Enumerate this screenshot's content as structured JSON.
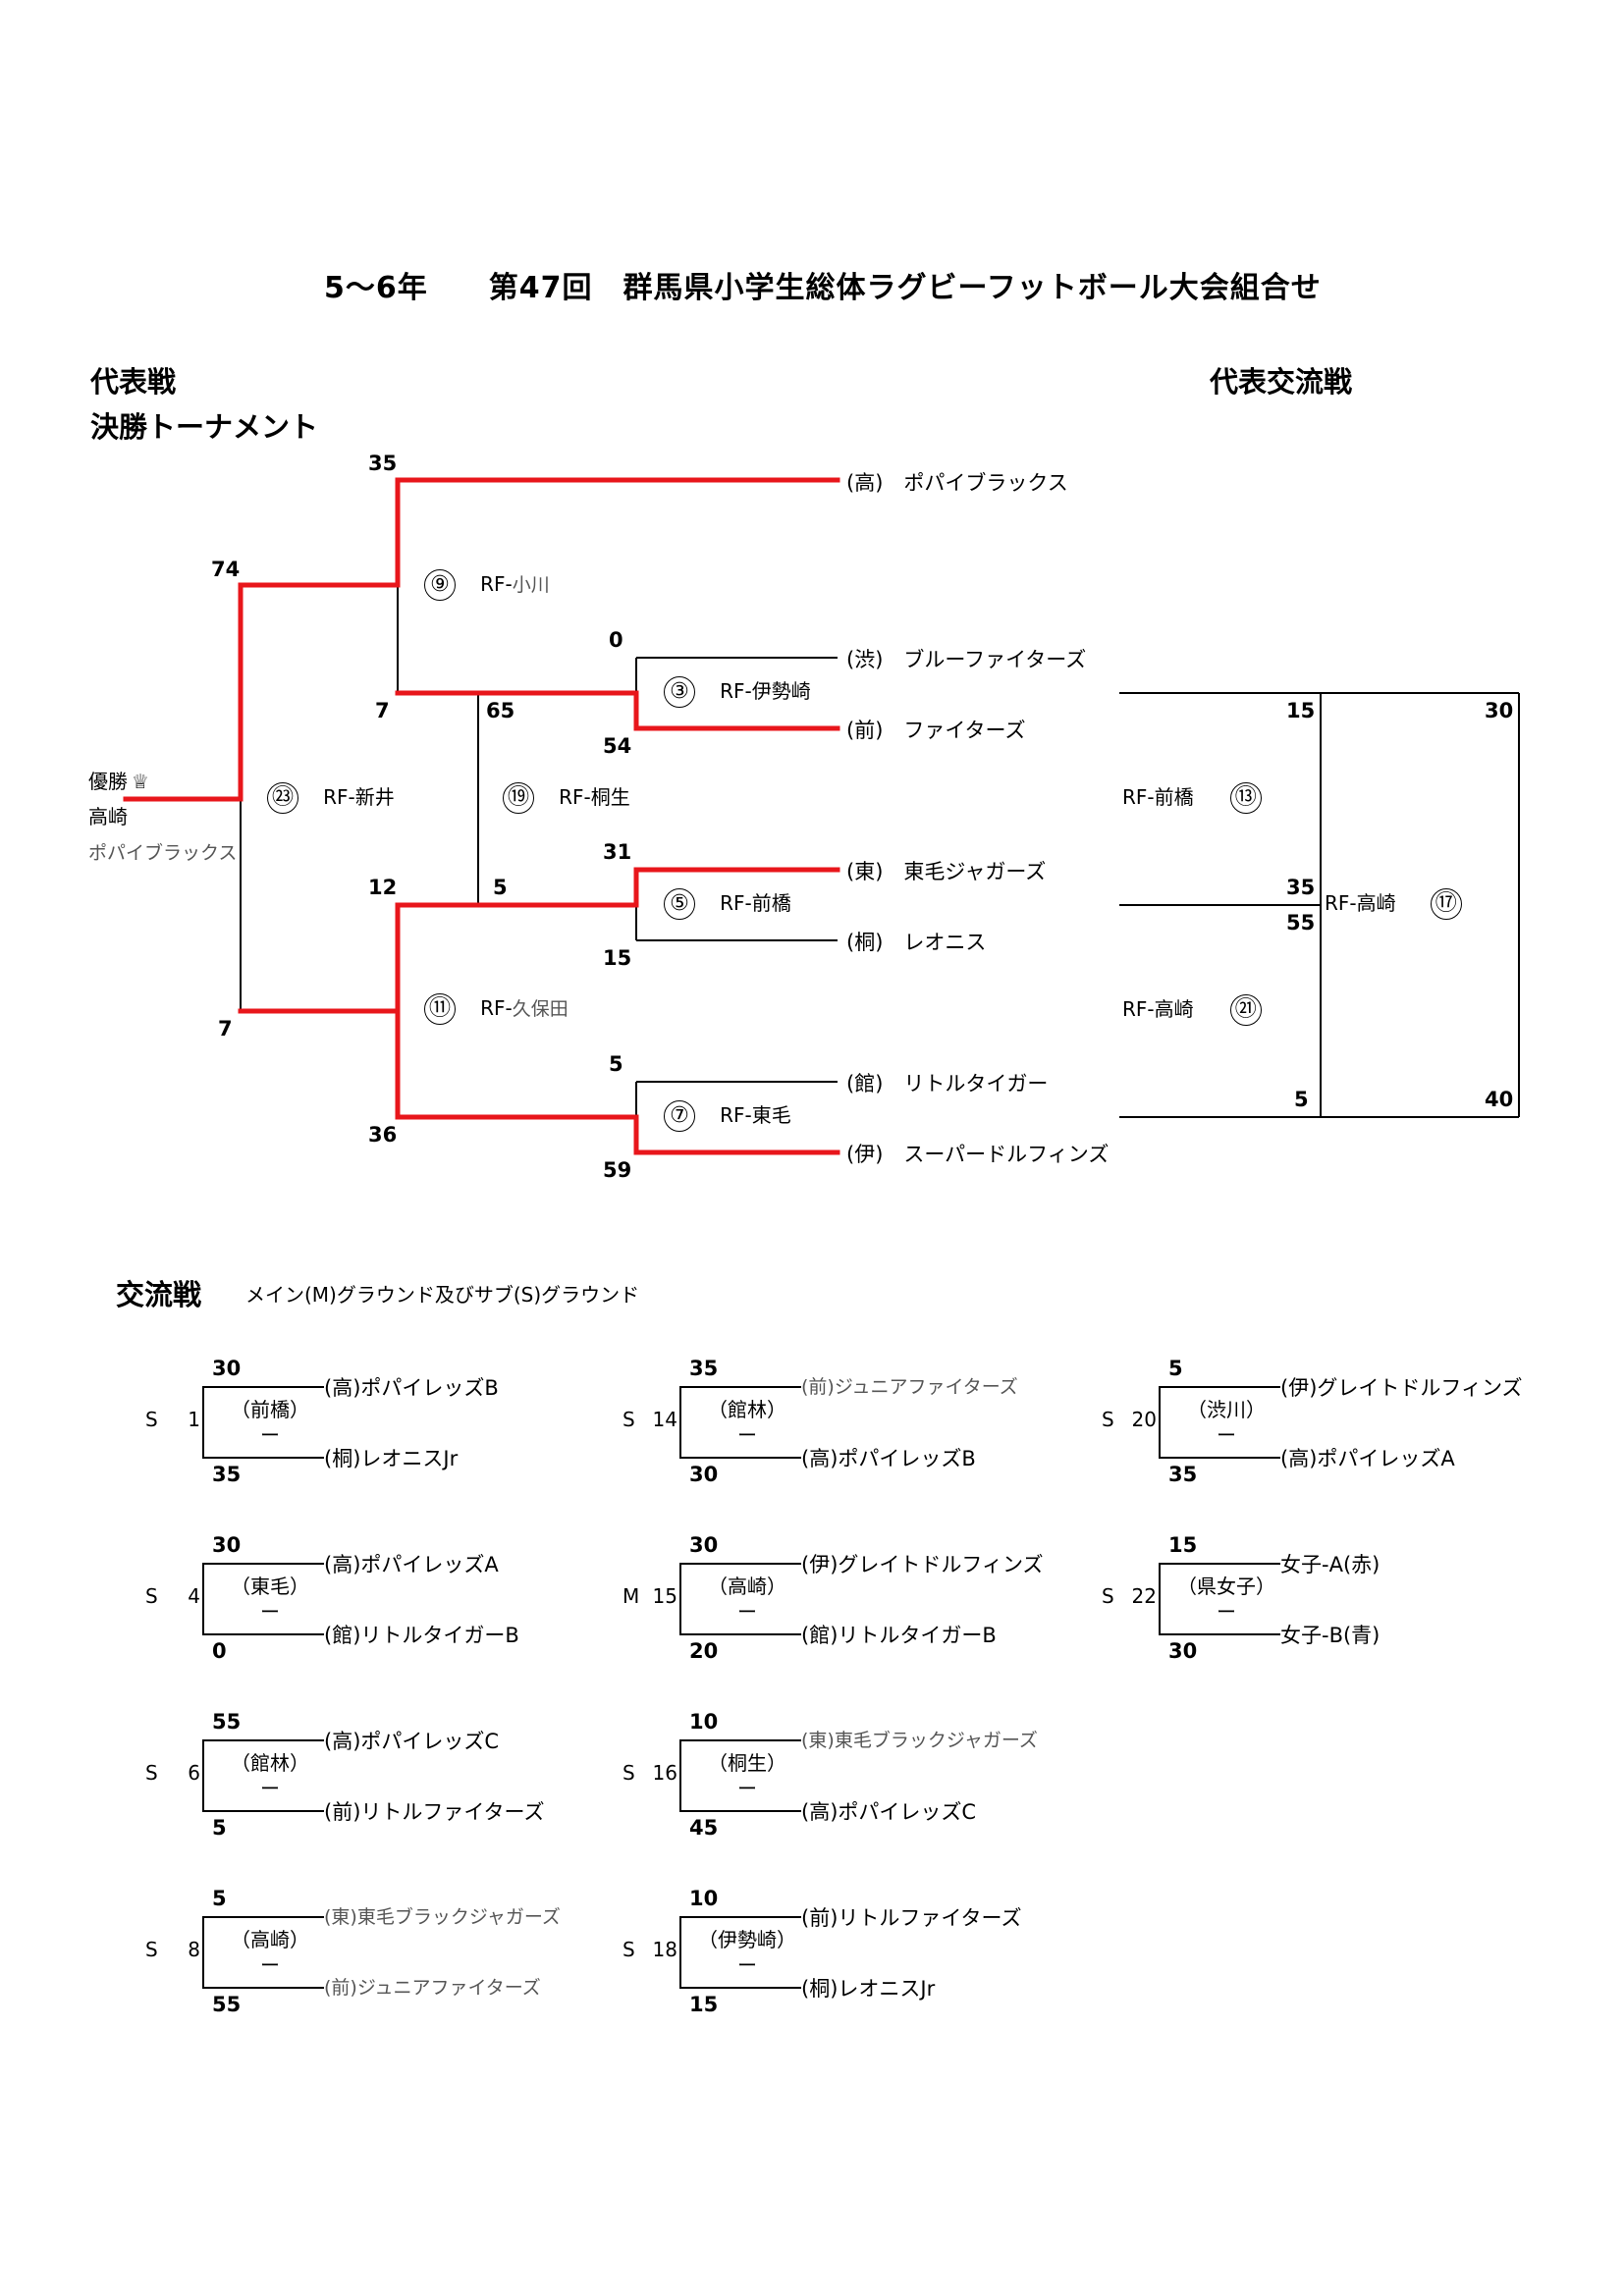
{
  "title": "5～6年　　第47回　群馬県小学生総体ラグビーフットボール大会組合せ",
  "headings": {
    "rep": "代表戦",
    "final": "決勝トーナメント",
    "exchange_rep": "代表交流戦",
    "exchange": "交流戦",
    "exchange_sub": "メイン(M)グラウンド及びサブ(S)グラウンド"
  },
  "winner": {
    "label": "優勝",
    "crown": "♕",
    "city": "高崎",
    "team": "ポパイブラックス"
  },
  "colors": {
    "win_line": "#e8161b",
    "line": "#000000"
  },
  "bracket": {
    "teams": [
      "(高)　ポパイブラックス",
      "(渋)　ブルーファイターズ",
      "(前)　ファイターズ",
      "(東)　東毛ジャガーズ",
      "(桐)　レオニス",
      "(館)　リトルタイガー",
      "(伊)　スーパードルフィンズ"
    ],
    "matches": {
      "m3": {
        "no": "③",
        "venue": "RF-伊勢崎"
      },
      "m5": {
        "no": "⑤",
        "venue": "RF-前橋"
      },
      "m7": {
        "no": "⑦",
        "venue": "RF-東毛"
      },
      "m9": {
        "no": "⑨",
        "venue_prefix": "RF-",
        "venue_suffix": "小川"
      },
      "m11": {
        "no": "⑪",
        "venue_prefix": "RF-",
        "venue_suffix": "久保田"
      },
      "m19": {
        "no": "⑲",
        "venue": "RF-桐生"
      },
      "m23": {
        "no": "㉓",
        "venue": "RF-新井"
      }
    },
    "scores": {
      "m9_top": "35",
      "m23_top": "74",
      "m3_top": "0",
      "m9_bot": "7",
      "m19_top": "65",
      "m3_bot": "54",
      "m11_top": "12",
      "m19_bot": "5",
      "m5_top": "31",
      "m5_bot": "15",
      "m23_bot": "7",
      "m7_top": "5",
      "m11_bot": "36",
      "m7_bot": "59"
    }
  },
  "exchange_rep": {
    "m13": {
      "no": "⑬",
      "venue": "RF-前橋"
    },
    "m21": {
      "no": "㉑",
      "venue": "RF-高崎"
    },
    "m17": {
      "no": "⑰",
      "venue": "RF-高崎"
    },
    "scores": {
      "m13_top": "15",
      "m17_top": "30",
      "m13_bot": "35",
      "m21_top": "55",
      "m21_bot": "5",
      "m17_bot": "40"
    }
  },
  "exchange_games": [
    {
      "ground": "S",
      "no": "1",
      "venue": "（前橋）",
      "dash": "ー",
      "score_top": "30",
      "score_bot": "35",
      "team_top": "(高)ポパイレッズB",
      "team_bot": "(桐)レオニスJr"
    },
    {
      "ground": "S",
      "no": "4",
      "venue": "（東毛）",
      "dash": "ー",
      "score_top": "30",
      "score_bot": "0",
      "team_top": "(高)ポパイレッズA",
      "team_bot": "(館)リトルタイガーB"
    },
    {
      "ground": "S",
      "no": "6",
      "venue": "（館林）",
      "dash": "ー",
      "score_top": "55",
      "score_bot": "5",
      "team_top": "(高)ポパイレッズC",
      "team_bot": "(前)リトルファイターズ"
    },
    {
      "ground": "S",
      "no": "8",
      "venue": "（高崎）",
      "dash": "ー",
      "score_top": "5",
      "score_bot": "55",
      "team_top": "(東)東毛ブラックジャガーズ",
      "team_bot": "(前)ジュニアファイターズ"
    },
    {
      "ground": "S",
      "no": "14",
      "venue": "（館林）",
      "dash": "ー",
      "score_top": "35",
      "score_bot": "30",
      "team_top": "(前)ジュニアファイターズ",
      "team_bot": "(高)ポパイレッズB"
    },
    {
      "ground": "M",
      "no": "15",
      "venue": "（高崎）",
      "dash": "ー",
      "score_top": "30",
      "score_bot": "20",
      "team_top": "(伊)グレイトドルフィンズ",
      "team_bot": "(館)リトルタイガーB"
    },
    {
      "ground": "S",
      "no": "16",
      "venue": "（桐生）",
      "dash": "ー",
      "score_top": "10",
      "score_bot": "45",
      "team_top": "(東)東毛ブラックジャガーズ",
      "team_bot": "(高)ポパイレッズC"
    },
    {
      "ground": "S",
      "no": "18",
      "venue": "（伊勢崎）",
      "dash": "ー",
      "score_top": "10",
      "score_bot": "15",
      "team_top": "(前)リトルファイターズ",
      "team_bot": "(桐)レオニスJr"
    },
    {
      "ground": "S",
      "no": "20",
      "venue": "（渋川）",
      "dash": "ー",
      "score_top": "5",
      "score_bot": "35",
      "team_top": "(伊)グレイトドルフィンズ",
      "team_bot": "(高)ポパイレッズA"
    },
    {
      "ground": "S",
      "no": "22",
      "venue": "（県女子）",
      "dash": "ー",
      "score_top": "15",
      "score_bot": "30",
      "team_top": "女子-A(赤)",
      "team_bot": "女子-B(青)"
    }
  ]
}
